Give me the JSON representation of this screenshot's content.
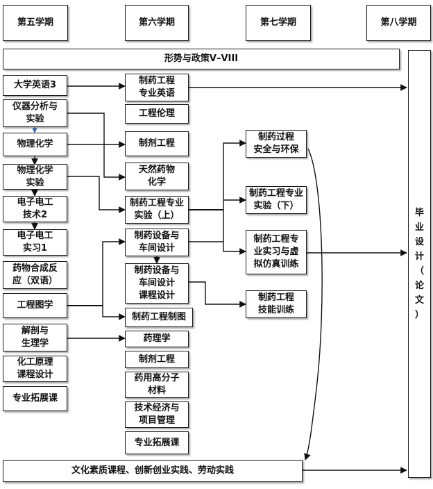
{
  "semesters": {
    "s5": "第五学期",
    "s6": "第六学期",
    "s7": "第七学期",
    "s8": "第八学期"
  },
  "top_banner": "形势与政策V–VIII",
  "bottom_banner": "文化素质课程、创新创业实践、劳动实践",
  "graduation": "毕\n业\n设\n计\n（\n论\n文\n）",
  "col5": {
    "english3": "大学英语3",
    "instrument": "仪器分析与\n实验",
    "physchem": "物理化学",
    "physchem_lab": "物理化学\n实验",
    "electrotech2": "电子电工\n技术2",
    "electro_practice": "电子电工\n实习1",
    "synthesis": "药物合成反\n应（双语）",
    "drawing": "工程图学",
    "anatomy": "解剖与\n生理学",
    "chem_design": "化工原理\n课程设计",
    "ext5": "专业拓展课"
  },
  "col6": {
    "pharm_english": "制药工程\n专业英语",
    "ethics": "工程伦理",
    "formulation": "制剂工程",
    "natural": "天然药物\n化学",
    "exp_upper": "制药工程专业\n实验（上）",
    "equip_design": "制药设备与\n车间设计",
    "equip_course": "制药设备与\n车间设计\n课程设计",
    "drawing_pe": "制药工程制图",
    "pharmacology": "药理学",
    "formulation2": "制剂工程",
    "polymer": "药用高分子\n材料",
    "economics": "技术经济与\n项目管理",
    "ext6": "专业拓展课"
  },
  "col7": {
    "safety": "制药过程\n安全与环保",
    "exp_lower": "制药工程专业\n实验（下）",
    "internship": "制药工程专\n业实习与虚\n拟仿真训练",
    "skills": "制药工程\n技能训练"
  },
  "colors": {
    "line": "#111111",
    "box_border": "#1a1a1a",
    "small_arrow": "#2f6db5"
  }
}
